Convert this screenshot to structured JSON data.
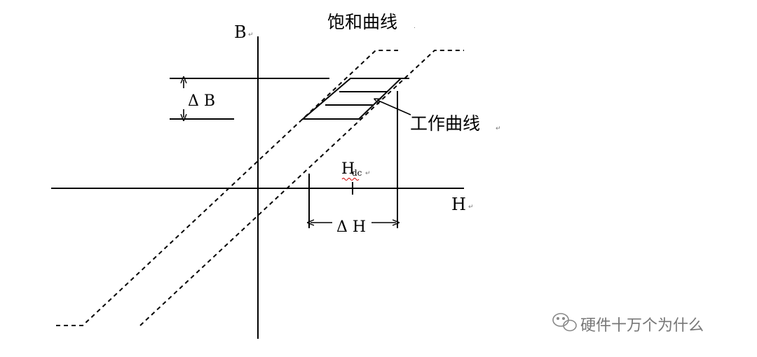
{
  "labels": {
    "b_axis": "B",
    "h_axis": "H",
    "delta_b": "Δ B",
    "delta_h": "Δ H",
    "h_dc_main": "H",
    "h_dc_sub": "dc",
    "saturation_curve": "饱和曲线",
    "working_curve": "工作曲线",
    "para_mark": "↵",
    "dot_mark": "."
  },
  "watermark": {
    "text": "硬件十万个为什么",
    "icon": "wechat-icon"
  }
}
